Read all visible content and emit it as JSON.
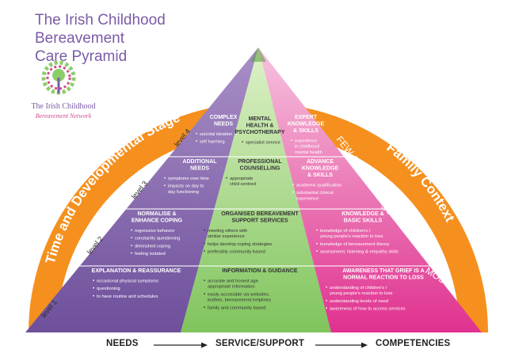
{
  "title": [
    "The Irish Childhood",
    "Bereavement",
    "Care Pyramid"
  ],
  "logo": {
    "name": "The Irish Childhood",
    "sub": "Bereavement Network"
  },
  "arch": {
    "left": "Time and Developmental Stage",
    "right": "Family Context"
  },
  "levels": [
    "level 4",
    "level 3",
    "level 2",
    "level 1"
  ],
  "scale": [
    "FEW",
    "SOME",
    "MOST"
  ],
  "columns": {
    "needs": [
      {
        "heading": [
          "COMPLEX",
          "NEEDS"
        ],
        "bullets": [
          [
            "suicidal ideation"
          ],
          [
            "self harming"
          ]
        ]
      },
      {
        "heading": [
          "ADDITIONAL",
          "NEEDS"
        ],
        "bullets": [
          [
            "symptoms over time"
          ],
          [
            "impacts on day to",
            "day functioning"
          ]
        ]
      },
      {
        "heading": [
          "NORMALISE &",
          "ENHANCE COPING"
        ],
        "bullets": [
          [
            "regressive behavior"
          ],
          [
            "constantly questioning"
          ],
          [
            "diminshed coping"
          ],
          [
            "feeling isolated"
          ]
        ]
      },
      {
        "heading": [
          "EXPLANATION & REASSURANCE"
        ],
        "bullets": [
          [
            "occasional physical symptoms"
          ],
          [
            "questioning"
          ],
          [
            "to have routine and schedules"
          ]
        ]
      }
    ],
    "service": [
      {
        "heading": [
          "MENTAL",
          "HEALTH &",
          "PSYCHOTHERAPY"
        ],
        "bullets": [
          [
            "specialist service"
          ]
        ]
      },
      {
        "heading": [
          "PROFESSIONAL",
          "COUNSELLING"
        ],
        "bullets": [
          [
            "appropriate",
            "child centred"
          ]
        ]
      },
      {
        "heading": [
          "ORGANISED BEREAVEMENT",
          "SUPPORT SERVICES"
        ],
        "bullets": [
          [
            "meeting others with",
            "similar experience"
          ],
          [
            "helps develop coping strategies"
          ],
          [
            "preferably community based"
          ]
        ]
      },
      {
        "heading": [
          "INFORMATION & GUIDANCE"
        ],
        "bullets": [
          [
            "accurate and honest age",
            "appropriate information"
          ],
          [
            "easily accessible via websites,",
            "leaflets, bereavement helplines"
          ],
          [
            "family and community based"
          ]
        ]
      }
    ],
    "competencies": [
      {
        "heading": [
          "EXPERT",
          "KNOWLEDGE",
          "& SKILLS"
        ],
        "bullets": [
          [
            "experience",
            "in childhood",
            "mental health"
          ]
        ]
      },
      {
        "heading": [
          "ADVANCE",
          "KNOWLEDGE",
          "& SKILLS"
        ],
        "bullets": [
          [
            "academic qualification"
          ],
          [
            "substantial clinical",
            "experience"
          ]
        ]
      },
      {
        "heading": [
          "KNOWLEDGE &",
          "BASIC SKILLS"
        ],
        "bullets": [
          [
            "knowledge of children's /",
            "young people's reaction to loss"
          ],
          [
            "knowledge of bereavement theory"
          ],
          [
            "assessment, listening & empathy skills"
          ]
        ]
      },
      {
        "heading": [
          "AWARENESS THAT GRIEF IS A",
          "NORMAL REACTION TO LOSS"
        ],
        "bullets": [
          [
            "understanding of children's /",
            "young people's reaction to loss"
          ],
          [
            "understanding levels of need"
          ],
          [
            "awareness of how to access services"
          ]
        ]
      }
    ]
  },
  "flow": {
    "needs": "NEEDS",
    "service": "SERVICE/SUPPORT",
    "competencies": "COMPETENCIES"
  },
  "colors": {
    "purple": "#7b5ba6",
    "green": "#8ccd6a",
    "pink": "#e23b9a",
    "orange": "#f5901f"
  }
}
